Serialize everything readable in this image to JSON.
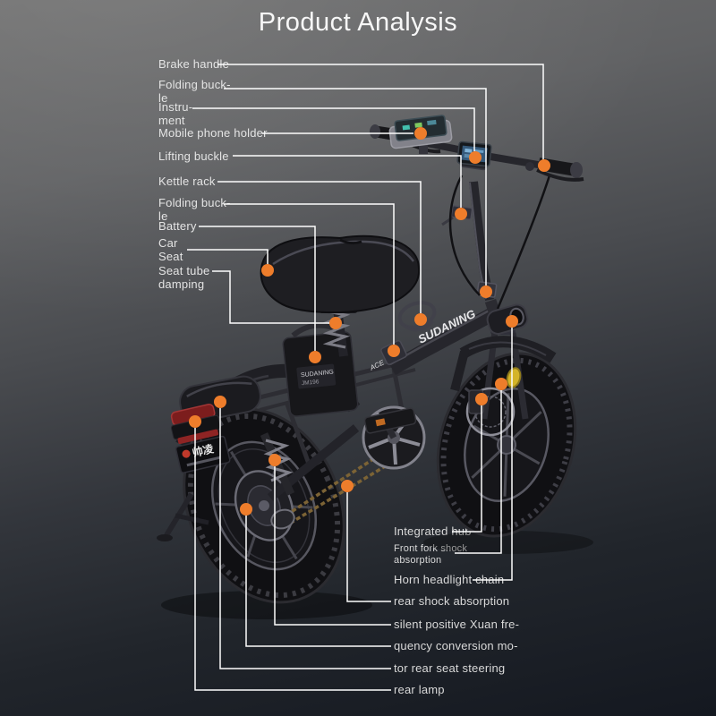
{
  "title": "Product Analysis",
  "colors": {
    "background_top": "#6f6f6f",
    "background_bottom": "#141820",
    "leader_line": "#fdfdfd",
    "marker_dot": "#ee7d2b",
    "label_text": "#e4e4e4"
  },
  "callouts": {
    "left": [
      {
        "text": "Brake handle"
      },
      {
        "text": "Folding buck-\nle"
      },
      {
        "text": "Instru-\nment"
      },
      {
        "text": "Mobile phone holder"
      },
      {
        "text": "Lifting buckle"
      },
      {
        "text": "Kettle rack"
      },
      {
        "text": "Folding buck-\nle"
      },
      {
        "text": "Battery"
      },
      {
        "text": "Car\nSeat"
      },
      {
        "text": "Seat tube\ndamping"
      }
    ],
    "bottom_right": [
      {
        "text": "Integrated hub"
      },
      {
        "text": "Front fork shock\nabsorption"
      },
      {
        "text": "Horn headlight chain"
      },
      {
        "text": "rear shock absorption"
      },
      {
        "text": "silent positive Xuan fre-"
      },
      {
        "text": "quency conversion mo-"
      },
      {
        "text": "tor rear seat steering"
      },
      {
        "text": "rear lamp"
      }
    ]
  },
  "bike": {
    "frame_brand_text": "SUDANING",
    "frame_model_text": "ACE",
    "battery_label_text": "SUDANING",
    "battery_code_text": "JM196",
    "license_plate_text": "帅凌"
  }
}
